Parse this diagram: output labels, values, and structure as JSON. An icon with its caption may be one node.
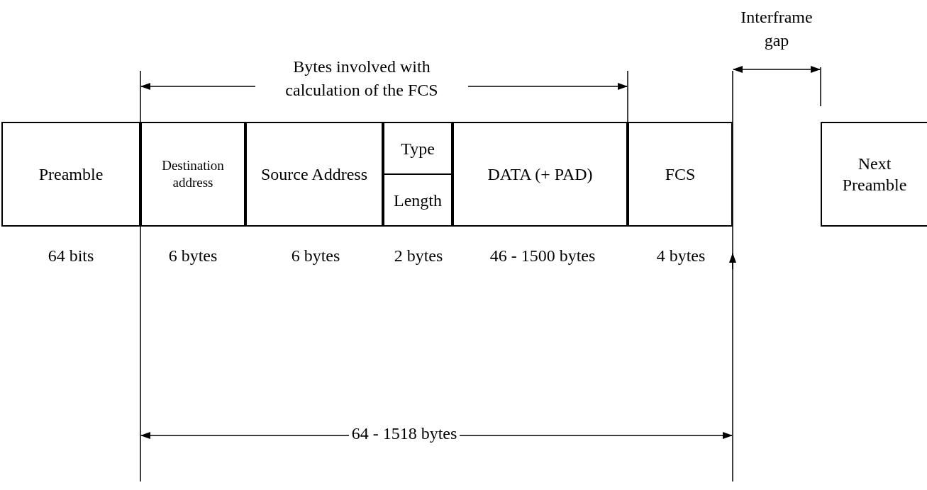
{
  "diagram": {
    "nodes": [
      {
        "text": [
          "Preamble"
        ]
      },
      {
        "text": [
          "Destination address"
        ]
      },
      {
        "text": [
          "Source Address"
        ]
      },
      {
        "text": [
          "Type",
          "Length"
        ]
      },
      {
        "text": [
          "DATA (+ PAD)"
        ]
      },
      {
        "text": [
          "FCS"
        ]
      },
      {
        "text": [
          "Next Preamble"
        ]
      }
    ],
    "labels": [
      "Interframe gap",
      "Bytes involved with calculation of the FCS",
      "64 bits",
      "6 bytes",
      "6 bytes",
      "2 bytes",
      "46 - 1500 bytes",
      "4 bytes",
      "64 - 1518 bytes"
    ]
  }
}
